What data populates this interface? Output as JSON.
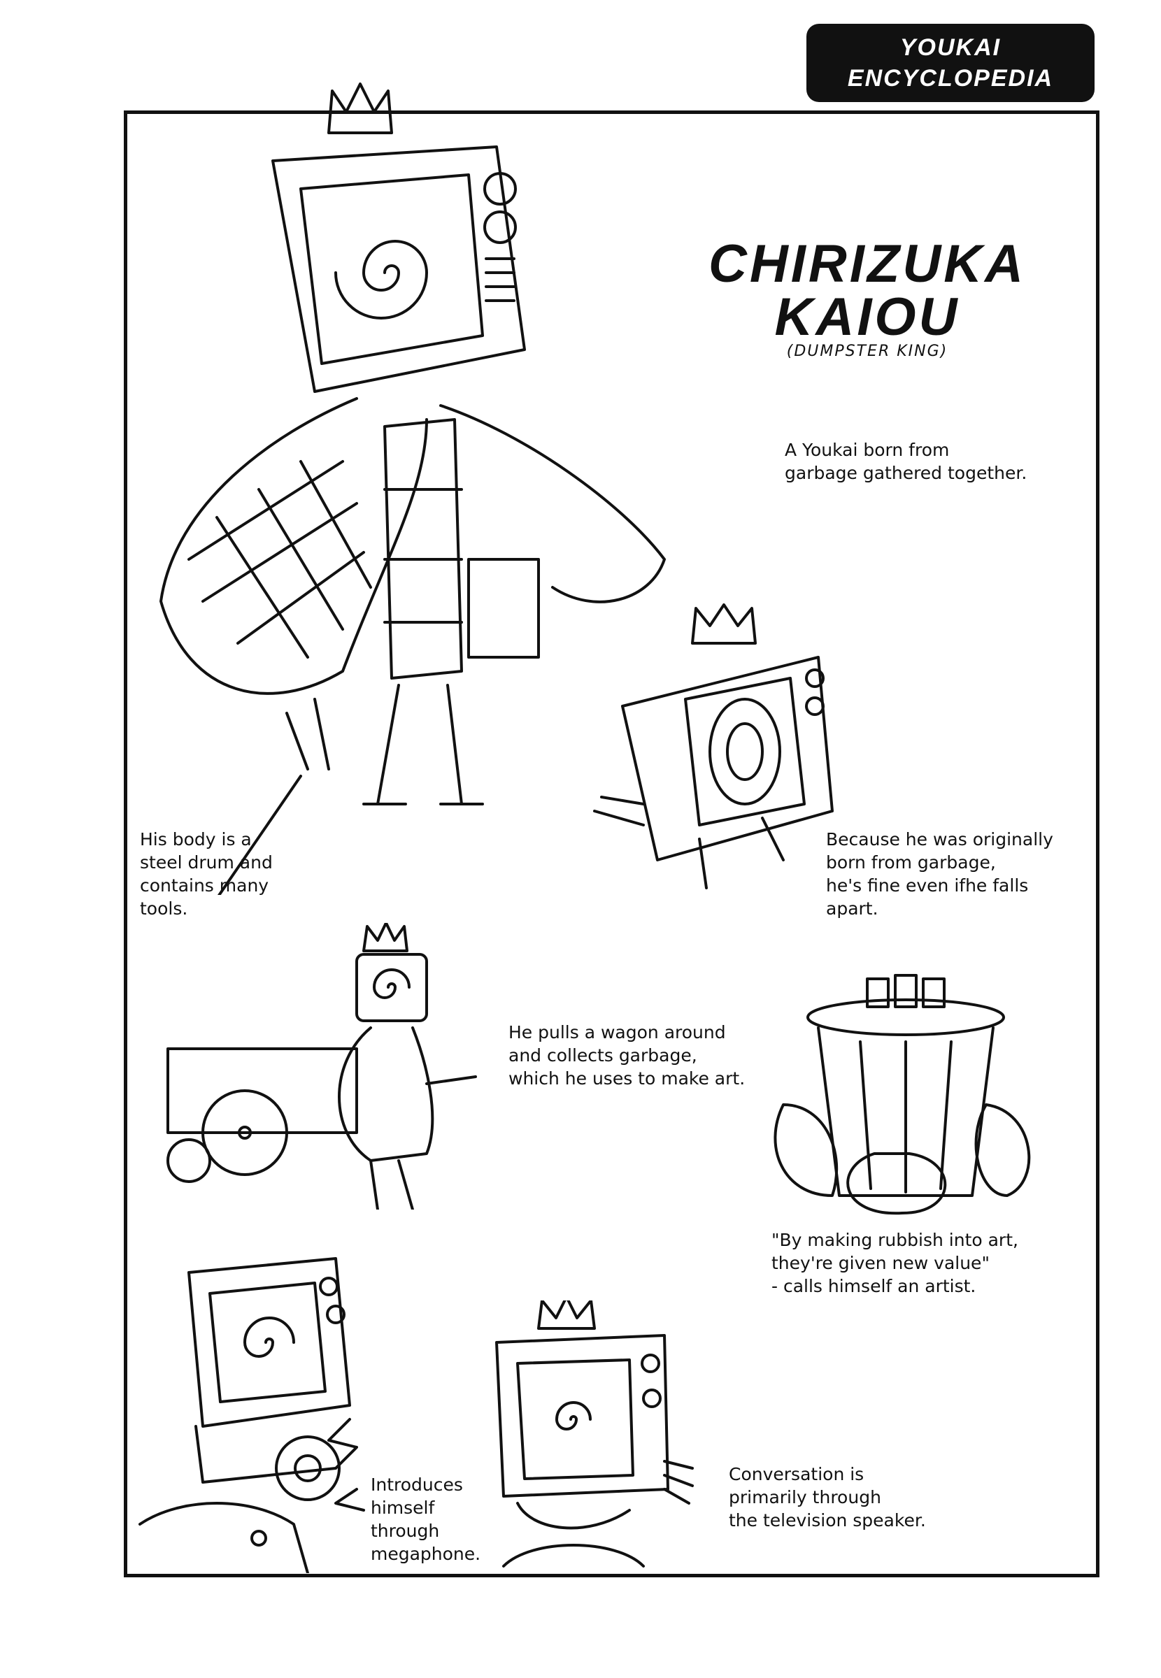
{
  "header": {
    "badge_line1": "YOUKAI",
    "badge_line2": "ENCYCLOPEDIA"
  },
  "entry": {
    "title_line1": "CHIRIZUKA",
    "title_line2": "KAIOU",
    "subtitle": "(DUMPSTER KING)"
  },
  "notes": {
    "origin": "A Youkai born from\ngarbage gathered together.",
    "body": "His body is a\nsteel drum and\ncontains many\ntools.",
    "falls_apart": "Because he was originally\nborn from garbage,\nhe's fine even ifhe falls\napart.",
    "wagon": "He pulls a wagon around\nand collects garbage,\nwhich he uses to make art.",
    "artist": "\"By making rubbish into art,\nthey're given new value\"\n- calls himself an artist.",
    "megaphone": "Introduces\nhimself\nthrough\nmegaphone.",
    "conversation": "Conversation is\nprimarily through\nthe television speaker."
  }
}
